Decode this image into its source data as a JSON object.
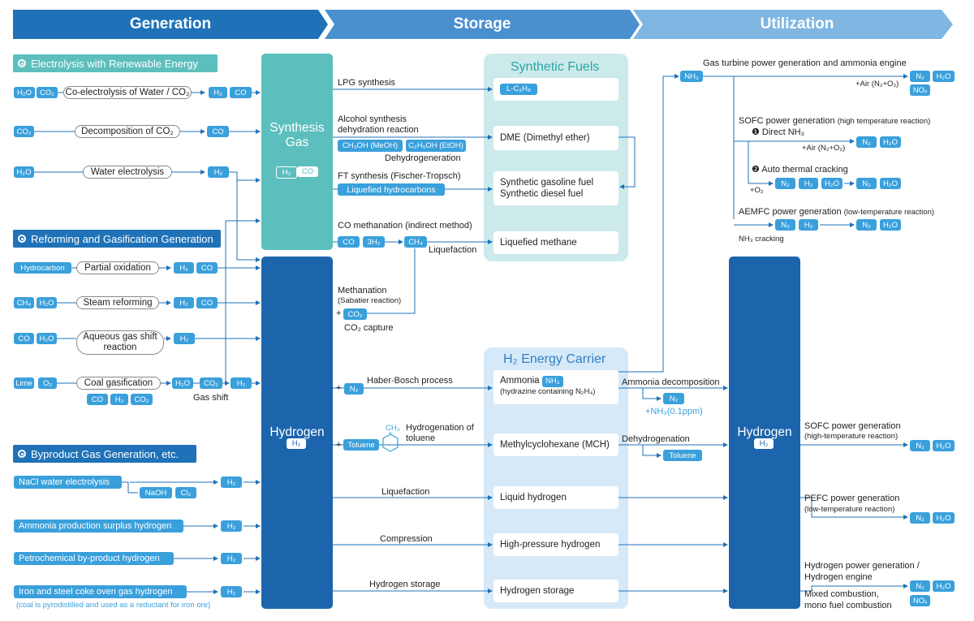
{
  "headers": {
    "generation": "Generation",
    "storage": "Storage",
    "utilization": "Utilization"
  },
  "sections": {
    "electrolysis": "Electrolysis with Renewable Energy",
    "reforming": "Reforming and Gasification Generation",
    "byproduct": "Byproduct Gas Generation, etc."
  },
  "chem": {
    "h2o": "H₂O",
    "co2": "CO₂",
    "co": "CO",
    "h2": "H₂",
    "ch4": "CH₄",
    "o2": "O₂",
    "n2": "N₂",
    "nh3": "NH₃",
    "nox": "NOₓ",
    "hydrocarbon": "Hydrocarbon",
    "lime": "Lime",
    "naoh": "NaOH",
    "cl2": "Cl₂",
    "three_h2": "3H₂",
    "toluene": "Toluene",
    "ch3": "CH₃",
    "lc3h8": "L-C₃H₈",
    "plus": "+"
  },
  "processes": {
    "coelectrolysis": "Co-electrolysis of Water / CO₂",
    "decomp": "Decomposition of CO₂",
    "water_elec": "Water electrolysis",
    "partial_ox": "Partial oxidation",
    "steam": "Steam reforming",
    "aqueous": "Aqueous gas shift reaction",
    "coal": "Coal gasification",
    "gas_shift": "Gas shift"
  },
  "byproducts": {
    "nacl": "NaCl water electrolysis",
    "ammonia_surplus": "Ammonia production surplus hydrogen",
    "petro": "Petrochemical by-product hydrogen",
    "iron": "Iron and steel coke oven gas hydrogen",
    "iron_note": "(coal is pyrodistilled and used as a reductant for iron ore)"
  },
  "blocks": {
    "synthesis_gas": "Synthesis Gas",
    "hydrogen": "Hydrogen",
    "hydrogen_util": "Hydrogen"
  },
  "storage_labels": {
    "lpg": "LPG synthesis",
    "alcohol1": "Alcohol synthesis",
    "alcohol2": "dehydration reaction",
    "meoh": "CH₃OH (MeOH)",
    "etoh": "C₂H₅OH (EtOH)",
    "dehydrogeneration": "Dehydrogeneration",
    "ft": "FT synthesis (Fischer-Tropsch)",
    "liq_hc": "Liquefied hydrocarbons",
    "co_meth": "CO methanation (indirect method)",
    "liquefaction1": "Liquefaction",
    "meth1": "Methanation",
    "meth2": "(Sabatier reaction)",
    "co2_capture": "CO₂ capture",
    "haber": "Haber-Bosch process",
    "hydrog1": "Hydrogenation of",
    "hydrog2": "toluene",
    "liquefaction2": "Liquefaction",
    "compression": "Compression",
    "h2_storage": "Hydrogen storage"
  },
  "synthetic_fuels": {
    "title": "Synthetic Fuels",
    "dme": "DME (Dimethyl ether)",
    "gasoline": "Synthetic gasoline fuel",
    "diesel": "Synthetic diesel fuel",
    "methane": "Liquefied methane"
  },
  "carrier": {
    "title": "H₂ Energy Carrier",
    "ammonia": "Ammonia",
    "ammonia_note": "(hydrazine containing N₂H₄)",
    "mch": "Methylcyclohexane (MCH)",
    "liquid_h2": "Liquid hydrogen",
    "hp_h2": "High-pressure hydrogen",
    "storage": "Hydrogen storage"
  },
  "utilization": {
    "gas_turbine": "Gas turbine power generation and ammonia engine",
    "air_n2o2": "+Air (N₂+O₂)",
    "sofc_high": "SOFC power generation",
    "sofc_high_note": "(high temperature reaction)",
    "direct_nh3": "❶ Direct NH₃",
    "air_n2o2_b": "+Air (N₂+O₂)",
    "auto_thermal": "❷ Auto thermal cracking",
    "o2": "+O₂",
    "aemfc": "AEMFC power generation",
    "aemfc_note": "(low-temperature reaction)",
    "nh3_cracking": "NH₃ cracking",
    "ammonia_decomp": "Ammonia decomposition",
    "nh3_ppm": "+NH₃(0.1ppm)",
    "dehydrogenation": "Dehydrogenation",
    "sofc2": "SOFC power generation",
    "sofc2_note": "(high-temperature reaction)",
    "pefc": "PEFC power generation",
    "pefc_note": "(low-temperature reaction)",
    "h2power1": "Hydrogen power generation /",
    "h2power2": "Hydrogen engine",
    "mixed1": "Mixed combustion,",
    "mixed2": "mono fuel combustion"
  },
  "colors": {
    "dark_blue": "#1f72b8",
    "mid_blue": "#4a8fce",
    "light_blue": "#7fb6e2",
    "teal": "#5cbfbd",
    "chip_blue": "#3aa0dc",
    "storage_panel": "#cdeaeb",
    "carrier_panel": "#d6e9f8",
    "hydrogen_block": "#1c65ad"
  }
}
